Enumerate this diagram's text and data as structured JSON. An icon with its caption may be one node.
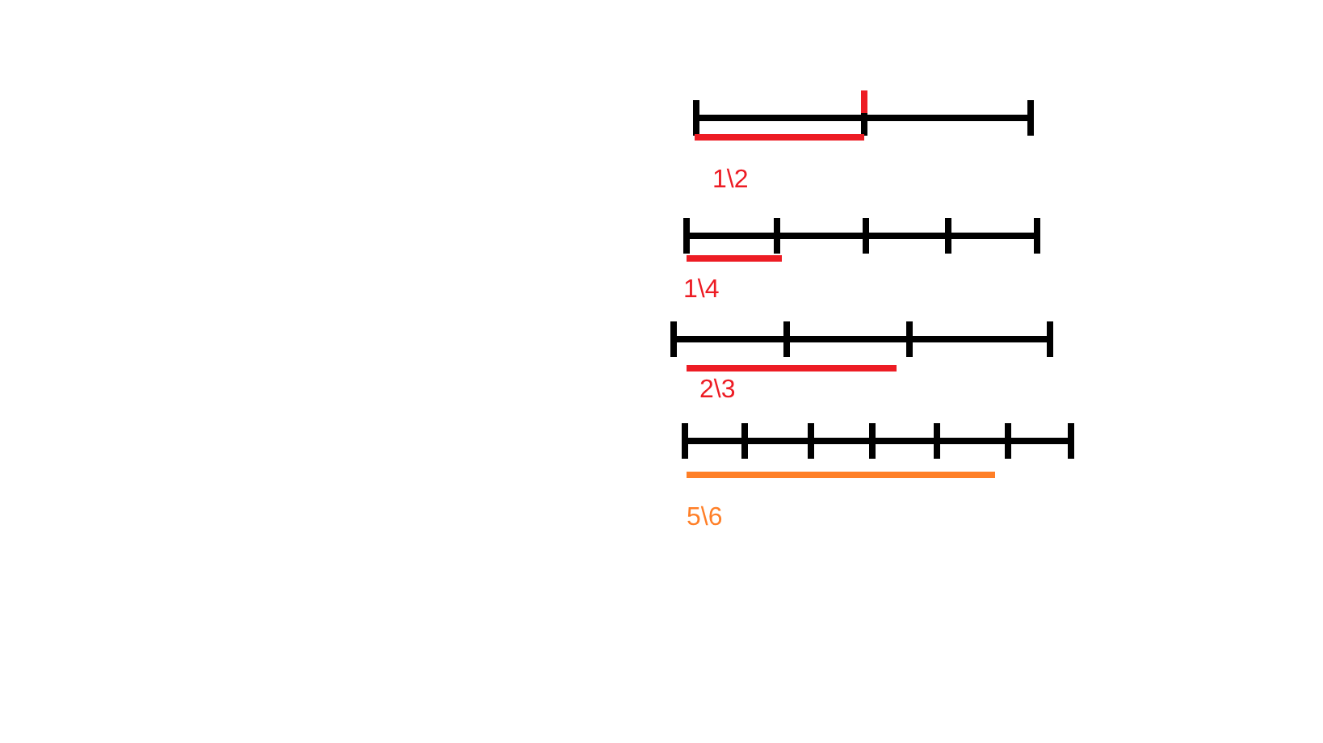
{
  "diagram": {
    "labels": [
      "1\\2",
      "1\\4",
      "2\\3",
      "5\\6"
    ]
  }
}
